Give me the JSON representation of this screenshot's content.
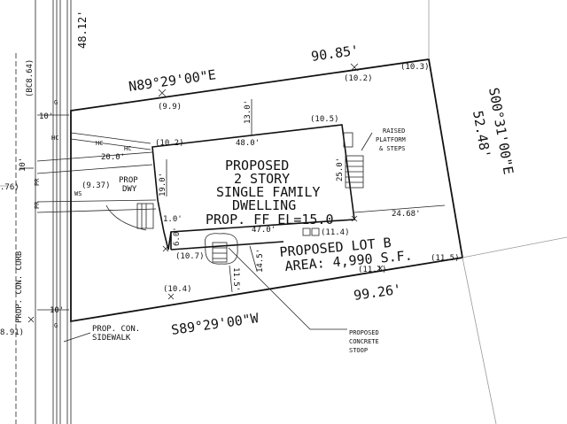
{
  "labels": {
    "top_road_dim": "48.12'",
    "north_bearing": "N89°29'00\"E",
    "north_length": "90.85'",
    "east_bearing": "S00°31'00\"E",
    "east_length": "52.48'",
    "south_bearing": "S89°29'00\"W",
    "south_length": "99.26'",
    "elev_ne": "(10.3)",
    "elev_n": "(10.2)",
    "elev_nw": "(9.9)",
    "elev_bldg_ne": "(10.5)",
    "elev_bldg_nw": "(10.2)",
    "elev_937": "(9.37)",
    "elev_107": "(10.7)",
    "elev_114": "(11.4)",
    "elev_111": "(11.1)",
    "elev_115": "(11.5)",
    "elev_104": "(10.4)",
    "setback_130": "13.0'",
    "bldg_width": "48.0'",
    "bldg_depth": "25.0'",
    "dim_190": "19.0'",
    "dim_10": "1.0'",
    "dim_60": "6.0'",
    "dim_470": "47.0'",
    "dim_145": "14.5'",
    "dim_115": "11.5'",
    "dim_2468": "24.68'",
    "dim_200": "20.0'",
    "dim_10_left1": "10'",
    "dim_10_left2": "10'",
    "dim_10_left3": "10'",
    "bc864": "(BC8.64)",
    "left_176": ".76)",
    "left_891": "8.91)",
    "prop_con_curb": "PROP. CON. CURB",
    "prop_con_sidewalk_1": "PROP. CON.",
    "prop_con_sidewalk_2": "SIDEWALK",
    "prop_dwy_1": "PROP",
    "prop_dwy_2": "DWY",
    "ws": "WS",
    "pr_a": "PR",
    "pr_b": "PR",
    "hc": "HC",
    "hc2": "HC",
    "hc3": "HC",
    "g_top": "G",
    "g_bot": "G",
    "bldg_line1": "PROPOSED",
    "bldg_line2": "2 STORY",
    "bldg_line3": "SINGLE FAMILY",
    "bldg_line4": "DWELLING",
    "bldg_line5": "PROP. FF EL=15.0",
    "lot_line1": "PROPOSED LOT B",
    "lot_line2": "AREA: 4,990 S.F.",
    "platform_1": "RAISED",
    "platform_2": "PLATFORM",
    "platform_3": "& STEPS",
    "stoop_1": "PROPOSED",
    "stoop_2": "CONCRETE",
    "stoop_3": "STOOP"
  }
}
